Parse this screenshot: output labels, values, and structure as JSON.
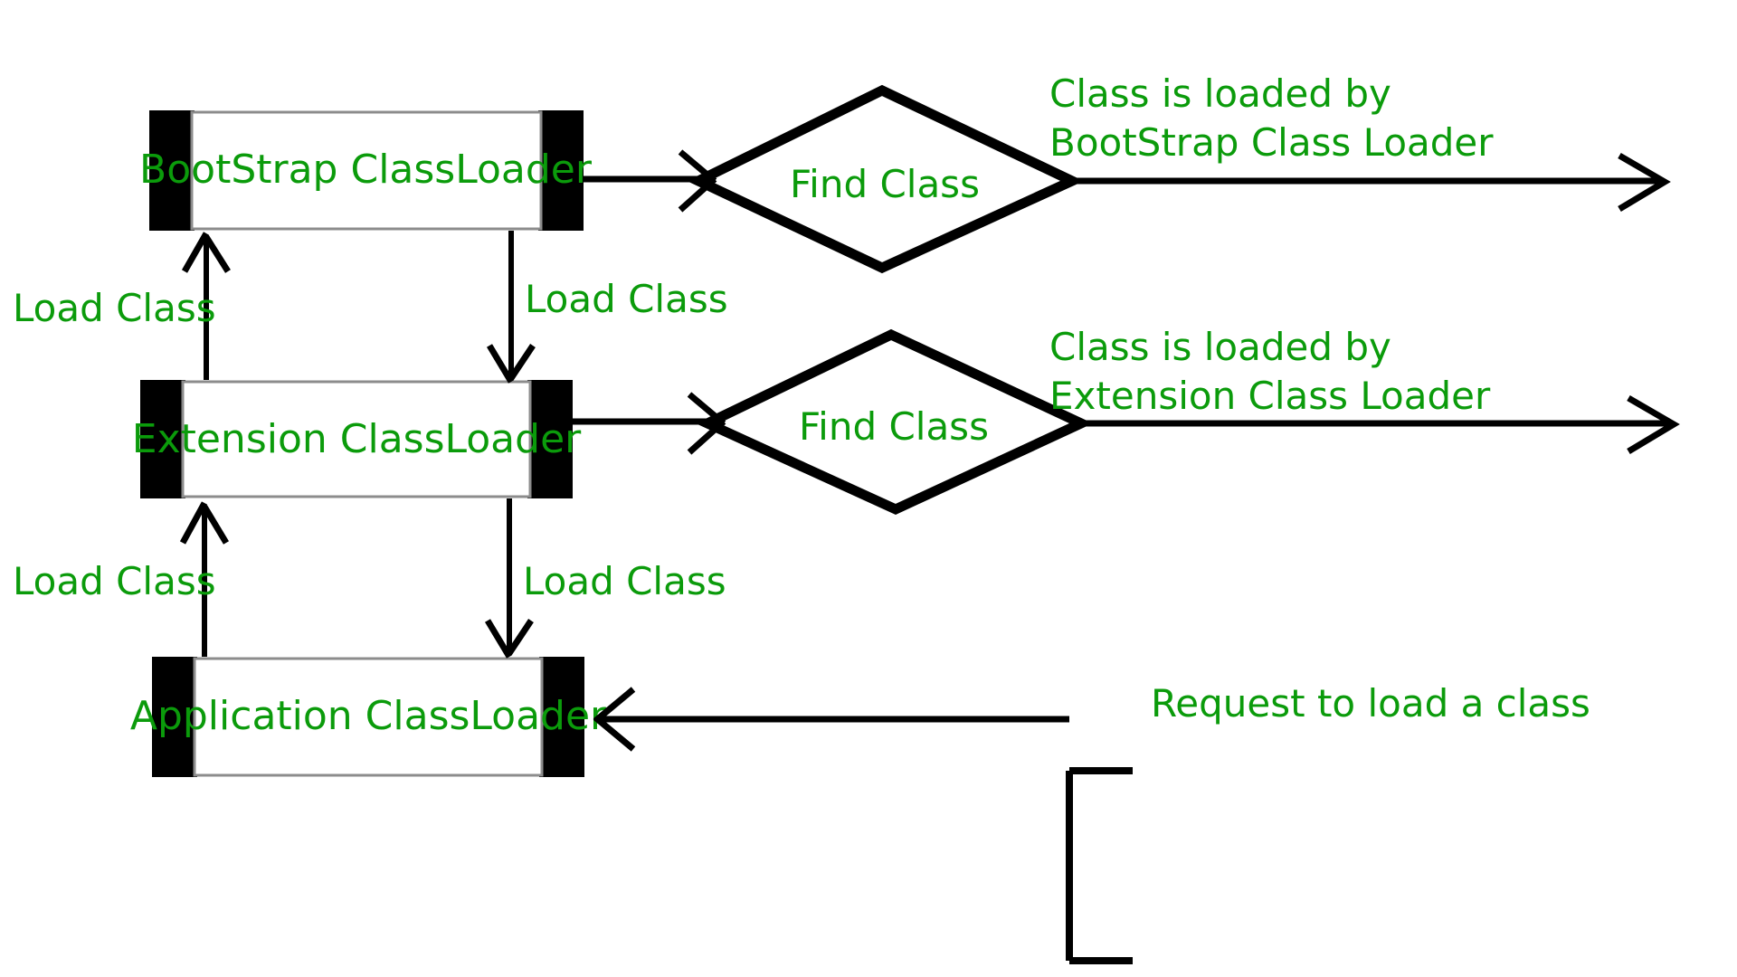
{
  "diagram": {
    "title_text_color": "#0b9b0b",
    "line_color": "#000000",
    "box_fill": "#ffffff",
    "nodes": [
      {
        "id": "bootstrap",
        "label": "BootStrap ClassLoader"
      },
      {
        "id": "extension",
        "label": "Extension ClassLoader"
      },
      {
        "id": "application",
        "label": "Application ClassLoader"
      }
    ],
    "decisions": [
      {
        "id": "find-class-bootstrap",
        "label": "Find Class"
      },
      {
        "id": "find-class-extension",
        "label": "Find Class"
      }
    ],
    "edge_labels": {
      "load_class_up_top": "Load Class",
      "load_class_down_top": "Load Class",
      "load_class_up_bottom": "Load Class",
      "load_class_down_bottom": "Load Class"
    },
    "outcomes": [
      {
        "id": "bootstrap-outcome",
        "line1": "Class is loaded by",
        "line2": "BootStrap Class Loader"
      },
      {
        "id": "extension-outcome",
        "line1": "Class is loaded by",
        "line2": "Extension Class Loader"
      }
    ],
    "request": {
      "label": "Request to load a class"
    }
  }
}
